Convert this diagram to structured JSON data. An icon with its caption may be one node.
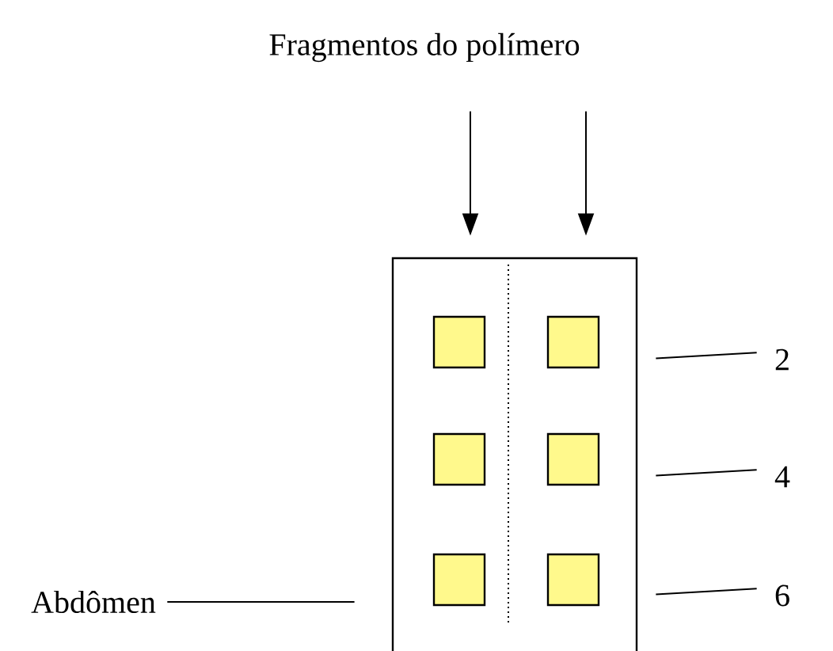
{
  "diagram": {
    "nodes": [
      {
        "text": [
          "Fragmentos do polímero"
        ]
      },
      {
        "text": [],
        "shape": "box"
      },
      {
        "text": [],
        "shape": "box",
        "in": 1
      },
      {
        "text": [],
        "shape": "box",
        "in": 1
      },
      {
        "text": [],
        "shape": "box",
        "in": 1
      },
      {
        "text": [],
        "shape": "box",
        "in": 1
      },
      {
        "text": [],
        "shape": "box",
        "in": 1
      },
      {
        "text": [],
        "shape": "box",
        "in": 1
      },
      {
        "text": [
          "Abdômen"
        ]
      },
      {
        "text": [
          "2"
        ]
      },
      {
        "text": [
          "4"
        ]
      },
      {
        "text": [
          "6"
        ]
      }
    ],
    "edges": [
      {
        "from": 0,
        "to": 1,
        "arrow": "to"
      },
      {
        "from": 0,
        "to": 1,
        "arrow": "to"
      },
      {
        "from": 8,
        "to": 1,
        "arrow": "none"
      },
      {
        "from": 9,
        "to": 1,
        "arrow": "none"
      },
      {
        "from": 10,
        "to": 1,
        "arrow": "none"
      },
      {
        "from": 11,
        "to": 1,
        "arrow": "none"
      }
    ]
  }
}
